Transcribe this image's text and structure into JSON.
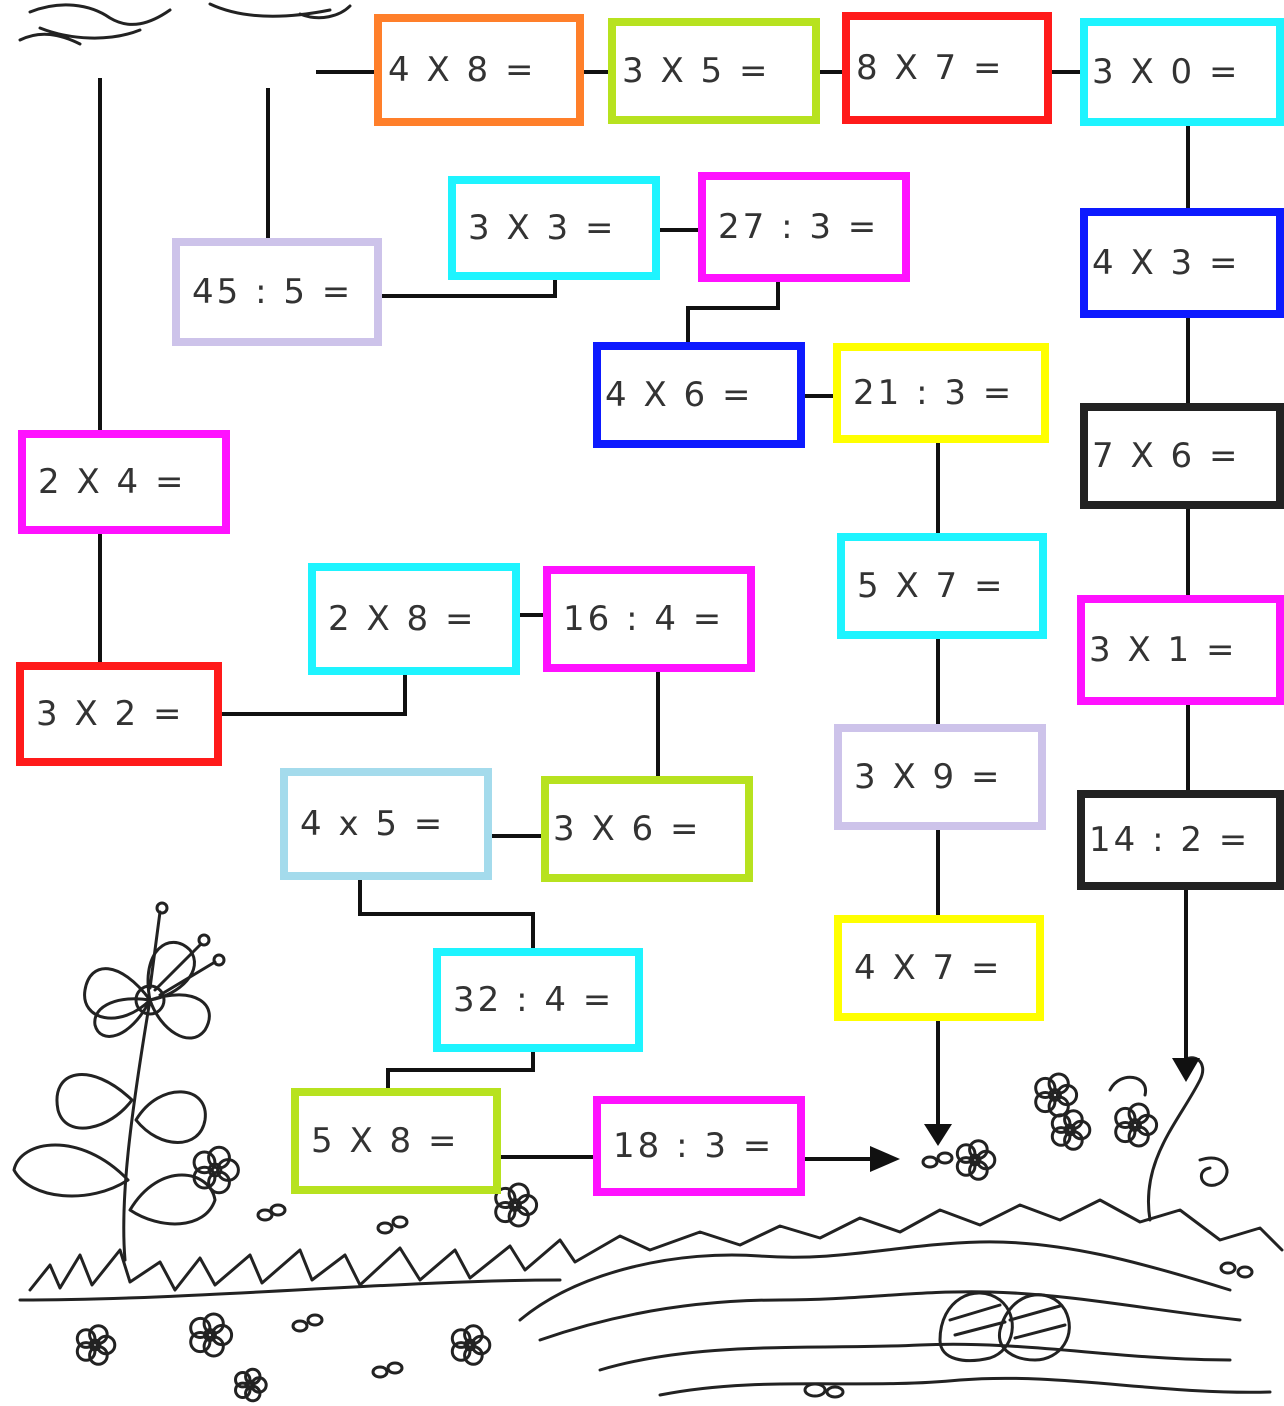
{
  "colors": {
    "orange": "#ff7f2a",
    "lime": "#b7e21f",
    "red": "#ff1a1a",
    "cyan": "#1ef4ff",
    "lavender": "#cdc3ea",
    "magenta": "#ff11ff",
    "blue": "#0d1aff",
    "yellow": "#ffff00",
    "black": "#222222",
    "light_blue": "#a4dbec",
    "line": "#111111"
  },
  "boxes": [
    {
      "id": "b01",
      "text": "4 X 8 =",
      "color": "orange"
    },
    {
      "id": "b02",
      "text": "3 X 5 =",
      "color": "lime"
    },
    {
      "id": "b03",
      "text": "8 X 7 =",
      "color": "red"
    },
    {
      "id": "b04",
      "text": "3 X 0 =",
      "color": "cyan"
    },
    {
      "id": "b05",
      "text": "3 X 3 =",
      "color": "cyan"
    },
    {
      "id": "b06",
      "text": "27 : 3 =",
      "color": "magenta"
    },
    {
      "id": "b07",
      "text": "45 : 5 =",
      "color": "lavender"
    },
    {
      "id": "b08",
      "text": "4 X 3 =",
      "color": "blue"
    },
    {
      "id": "b09",
      "text": "4 X 6 =",
      "color": "blue"
    },
    {
      "id": "b10",
      "text": "21 : 3 =",
      "color": "yellow"
    },
    {
      "id": "b11",
      "text": "2 X 4 =",
      "color": "magenta"
    },
    {
      "id": "b12",
      "text": "7 X 6 =",
      "color": "black"
    },
    {
      "id": "b13",
      "text": "5 X 7 =",
      "color": "cyan"
    },
    {
      "id": "b14",
      "text": "2 X 8 =",
      "color": "cyan"
    },
    {
      "id": "b15",
      "text": "16 : 4 =",
      "color": "magenta"
    },
    {
      "id": "b16",
      "text": "3 X 1 =",
      "color": "magenta"
    },
    {
      "id": "b17",
      "text": "3 X 2 =",
      "color": "red"
    },
    {
      "id": "b18",
      "text": "3 X 9 =",
      "color": "lavender"
    },
    {
      "id": "b19",
      "text": "4 x 5 =",
      "color": "light_blue"
    },
    {
      "id": "b20",
      "text": "3 X 6 =",
      "color": "lime"
    },
    {
      "id": "b21",
      "text": "14 : 2 =",
      "color": "black"
    },
    {
      "id": "b22",
      "text": "4 X 7 =",
      "color": "yellow"
    },
    {
      "id": "b23",
      "text": "32 : 4 =",
      "color": "cyan"
    },
    {
      "id": "b24",
      "text": "5 X 8 =",
      "color": "lime"
    },
    {
      "id": "b25",
      "text": "18 : 3 =",
      "color": "magenta"
    }
  ],
  "illustration": {
    "subjects": [
      "flowers",
      "grass",
      "stream",
      "stones",
      "bird"
    ],
    "style": "black line-art coloring page"
  }
}
